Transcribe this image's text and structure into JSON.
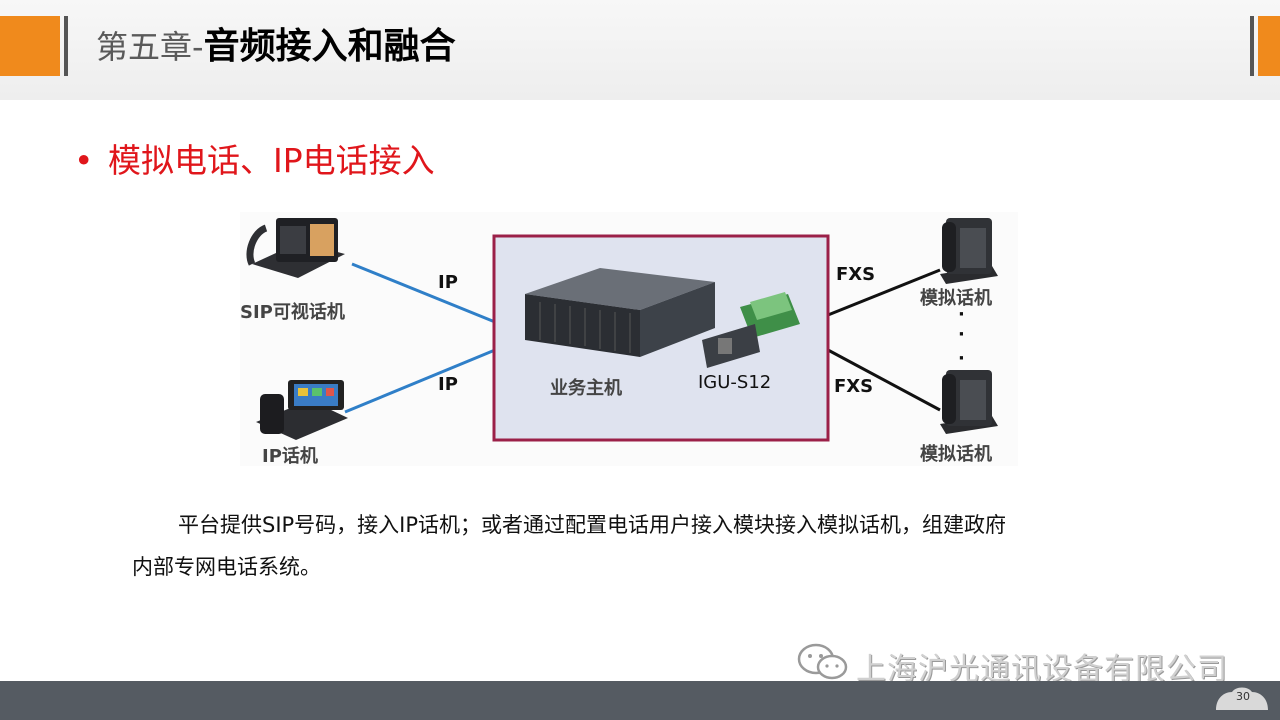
{
  "header": {
    "title_prefix": "第五章-",
    "title_main": "音频接入和融合"
  },
  "bullet": {
    "marker": "•",
    "text": "模拟电话、IP电话接入"
  },
  "diagram": {
    "left_devices": [
      {
        "label": "SIP可视话机",
        "link_label": "IP",
        "icon": "video-phone-icon"
      },
      {
        "label": "IP话机",
        "link_label": "IP",
        "icon": "ip-phone-icon"
      }
    ],
    "center": {
      "server_label": "业务主机",
      "module_label": "IGU-S12",
      "server_icon": "server-chassis-icon",
      "module_icon": "interface-card-icon"
    },
    "right_devices": [
      {
        "label": "模拟话机",
        "link_label": "FXS",
        "icon": "analog-phone-icon"
      },
      {
        "label": "模拟话机",
        "link_label": "FXS",
        "icon": "analog-phone-icon"
      }
    ],
    "ellipsis": "·"
  },
  "paragraph": {
    "line1": "平台提供SIP号码，接入IP话机；或者通过配置电话用户接入模块接入模拟话机，组建政府",
    "line2": "内部专网电话系统。"
  },
  "watermark": {
    "text": "上海沪光通讯设备有限公司",
    "icon": "wechat-icon"
  },
  "footer": {
    "page_number": "30"
  },
  "colors": {
    "accent": "#f08a1c",
    "bullet_red": "#e0161b",
    "footer_bar": "#555b62",
    "box_border": "#9b2048",
    "box_fill": "#dfe3ef",
    "link_blue": "#2f7fc8"
  }
}
